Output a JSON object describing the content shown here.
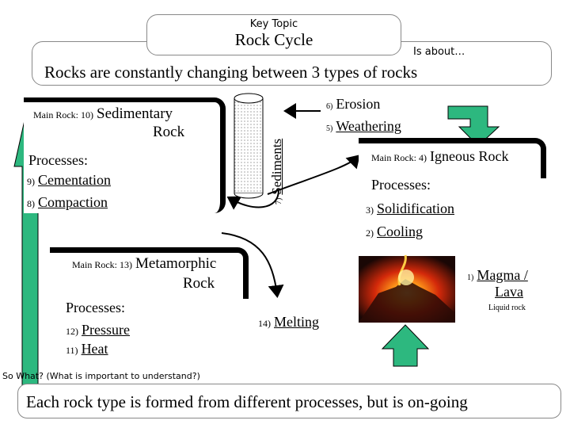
{
  "header": {
    "key_topic_label": "Key Topic",
    "title": "Rock Cycle",
    "is_about_label": "Is about…",
    "subtitle": "Rocks are constantly changing between 3 types of rocks"
  },
  "sedimentary": {
    "main_rock_prefix": "Main Rock: 10)",
    "name_line1": "Sedimentary",
    "name_line2": "Rock",
    "processes_label": "Processes:",
    "steps": [
      {
        "num": "9)",
        "text": "Cementation"
      },
      {
        "num": "8)",
        "text": "Compaction"
      }
    ]
  },
  "sediments": {
    "num": "7)",
    "text": "Sediments"
  },
  "erosion": {
    "num": "6)",
    "text": "Erosion"
  },
  "weathering": {
    "num": "5)",
    "text": "Weathering"
  },
  "igneous": {
    "main_rock_prefix": "Main Rock: 4)",
    "name": "Igneous Rock",
    "processes_label": "Processes:",
    "steps": [
      {
        "num": "3)",
        "text": "Solidification"
      },
      {
        "num": "2)",
        "text": "Cooling"
      }
    ]
  },
  "metamorphic": {
    "main_rock_prefix": "Main Rock: 13)",
    "name_line1": "Metamorphic",
    "name_line2": "Rock",
    "processes_label": "Processes:",
    "steps": [
      {
        "num": "12)",
        "text": "Pressure"
      },
      {
        "num": "11)",
        "text": "Heat"
      }
    ]
  },
  "melting": {
    "num": "14)",
    "text": "Melting"
  },
  "magma": {
    "num": "1)",
    "text_line1": "Magma /",
    "text_line2": "Lava",
    "note": "Liquid rock"
  },
  "footer": {
    "question": "So What? (What is important to understand?)",
    "answer": "Each rock type is formed from different processes, but is on-going"
  },
  "colors": {
    "arrow_fill": "#2db87f",
    "arrow_stroke": "#000000",
    "panel_border": "#000000"
  },
  "icons": {
    "volcano_image": "erupting-volcano-image",
    "sediment_cylinder": "cylinder-icon"
  }
}
